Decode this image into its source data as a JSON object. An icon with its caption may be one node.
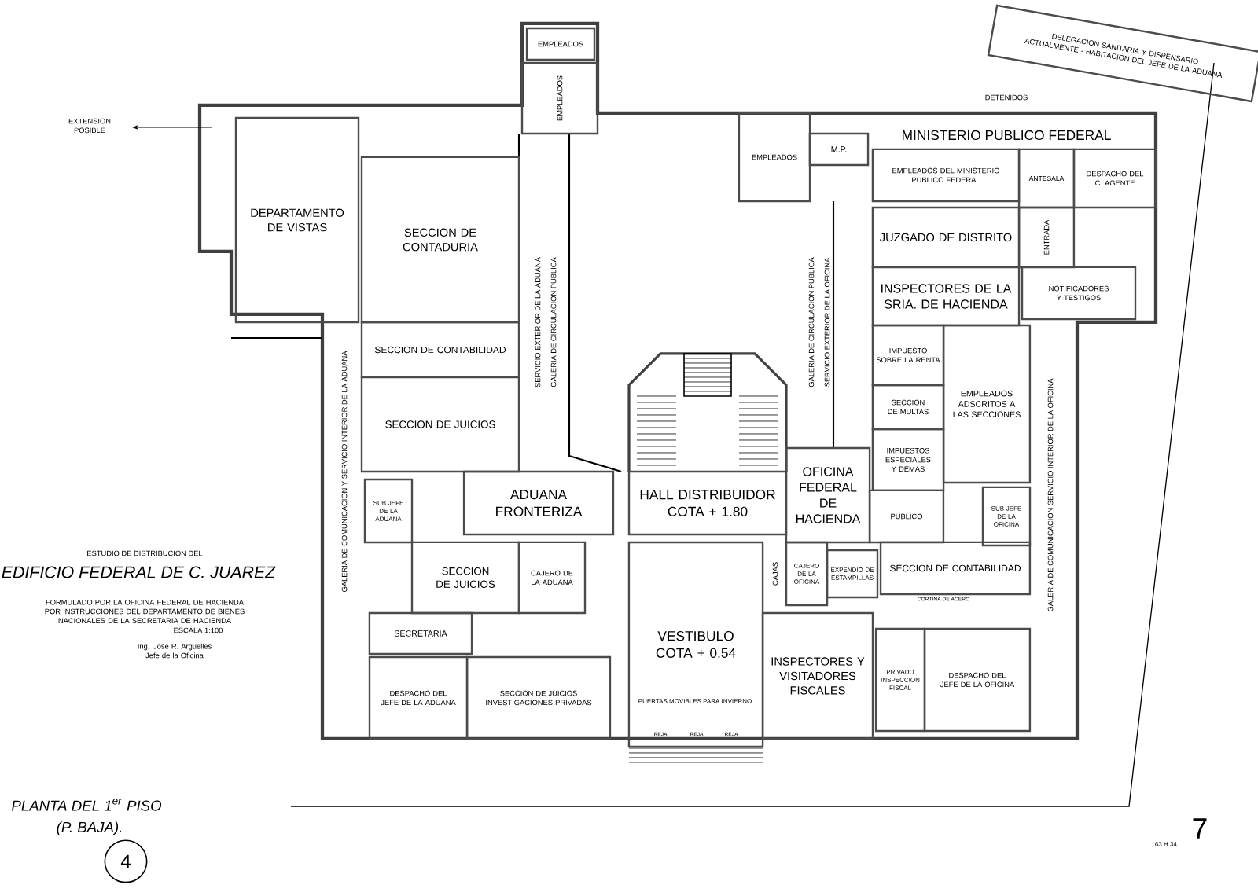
{
  "diagram": {
    "nodes": [
      {
        "text": [
          "DEPARTAMENTO DE VISTAS"
        ]
      },
      {
        "text": [
          "SECCION DE CONTADURIA"
        ]
      },
      {
        "text": [
          "SECCION DE CONTABILIDAD"
        ]
      },
      {
        "text": [
          "SECCION DE JUICIOS"
        ]
      },
      {
        "text": [
          "SUB JEFE DE LA ADUANA"
        ]
      },
      {
        "text": [
          "ADUANA FRONTERIZA"
        ]
      },
      {
        "text": [
          "SECCION DE JUICIOS"
        ]
      },
      {
        "text": [
          "CAJERO DE LA ADUANA"
        ]
      },
      {
        "text": [
          "SECRETARIA"
        ]
      },
      {
        "text": [
          "DESPACHO DEL JEFE DE LA ADUANA"
        ]
      },
      {
        "text": [
          "SECCION DE JUICIOS INVESTIGACIONES PRIVADAS"
        ]
      },
      {
        "text": [
          "EMPLEADOS"
        ]
      },
      {
        "text": [
          "EMPLEADOS"
        ]
      },
      {
        "text": [
          "HALL DISTRIBUIDOR",
          "COTA + 1.80"
        ]
      },
      {
        "text": [
          "VESTIBULO",
          "COTA + 0.54"
        ]
      },
      {
        "text": [
          "DELEGACION SANITARIA Y DISPENSARIO",
          "ACTUALMENTE - HABITACION DEL JEFE DE LA ADUANA"
        ]
      },
      {
        "text": [
          "M.P."
        ]
      },
      {
        "text": [
          "EMPLEADOS"
        ]
      },
      {
        "text": [
          "EMPLEADOS DEL MINISTERIO PUBLICO FEDERAL"
        ]
      },
      {
        "text": [
          "ANTESALA"
        ]
      },
      {
        "text": [
          "DESPACHO DEL C. AGENTE"
        ]
      },
      {
        "text": [
          "JUZGADO DE DISTRITO"
        ]
      },
      {
        "text": [
          "ENTRADA"
        ]
      },
      {
        "text": [
          "INSPECTORES DE LA SRIA. DE HACIENDA"
        ]
      },
      {
        "text": [
          "NOTIFICADORES Y TESTIGOS"
        ]
      },
      {
        "text": [
          "IMPUESTO SOBRE LA RENTA"
        ]
      },
      {
        "text": [
          "SECCION DE MULTAS"
        ]
      },
      {
        "text": [
          "IMPUESTOS ESPECIALES Y DEMAS"
        ]
      },
      {
        "text": [
          "EMPLEADOS ADSCRITOS A LAS SECCIONES"
        ]
      },
      {
        "text": [
          "OFICINA FEDERAL DE HACIENDA"
        ]
      },
      {
        "text": [
          "PUBLICO"
        ]
      },
      {
        "text": [
          "SUB-JEFE DE LA OFICINA"
        ]
      },
      {
        "text": [
          "CAJERO DE LA OFICINA"
        ]
      },
      {
        "text": [
          "EXPENDIO DE ESTAMPILLAS"
        ]
      },
      {
        "text": [
          "SECCION DE CONTABILIDAD"
        ]
      },
      {
        "text": [
          "INSPECTORES Y VISITADORES FISCALES"
        ]
      },
      {
        "text": [
          "PRIVADO",
          "INSPECCION FISCAL"
        ]
      },
      {
        "text": [
          "DESPACHO DEL JEFE DE LA OFICINA"
        ]
      }
    ],
    "labels": [
      "ESTUDIO DE DISTRIBUCION DEL",
      "EDIFICIO FEDERAL DE C. JUAREZ",
      "FORMULADO POR LA OFICINA FEDERAL DE HACIENDA POR INSTRUCCIONES DEL DEPARTAMENTO DE BIENES NACIONALES DE LA SECRETARIA DE HACIENDA",
      "ESCALA 1:100",
      "Ing. José R. Arguelles Jefe de la Oficina",
      "PLANTA DEL 1$^{er}$ PISO",
      "(P. BAJA).",
      "4",
      "7",
      "63 H.34.",
      "EXTENSION POSIBLE",
      "MINISTERIO PUBLICO FEDERAL",
      "GALERIA DE COMUNICACION Y SERVICIO INTERIOR DE LA ADUANA",
      "SERVICIO EXTERIOR DE LA ADUANA",
      "GALERIA DE CIRCULACION PUBLICA",
      "GALERIA DE CIRCULACION PUBLICA",
      "SERVICIO EXTERIOR DE LA OFICINA",
      "GALERIA DE COMUNICACION SERVICIO INTERIOR DE LA OFICINA",
      "PUERTAS MOVIBLES PARA INVIERNO",
      "REJA",
      "REJA",
      "REJA",
      "CORTINA DE ACERO",
      "DETENIDOS",
      "CAJAS"
    ]
  }
}
